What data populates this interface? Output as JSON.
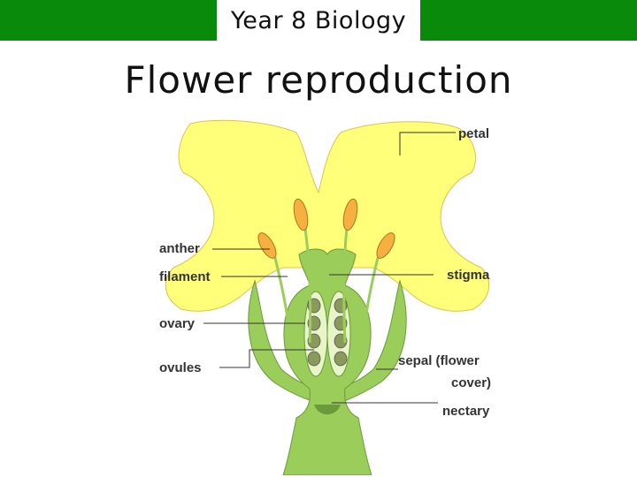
{
  "header": {
    "course": "Year 8 Biology"
  },
  "slide": {
    "title": "Flower reproduction"
  },
  "diagram": {
    "labels": {
      "petal": "petal",
      "anther": "anther",
      "filament": "filament",
      "ovary": "ovary",
      "ovules": "ovules",
      "stigma": "stigma",
      "sepal_line1": "sepal (flower",
      "sepal_line2": "cover)",
      "nectary": "nectary"
    },
    "colors": {
      "petal": "#ffff7a",
      "stem": "#9acd5a",
      "anther": "#f5b040",
      "ovule": "#8a9a5a",
      "header": "#0a8a0a"
    }
  }
}
